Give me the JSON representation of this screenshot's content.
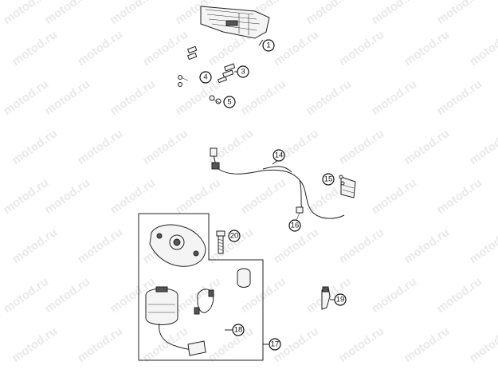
{
  "watermark": "motod.ru",
  "callouts": {
    "c1": "1",
    "c3": "3",
    "c4": "4",
    "c5": "5",
    "c14": "14",
    "c15": "15",
    "c16": "16",
    "c17": "17",
    "c18": "18",
    "c19": "19",
    "c20": "20"
  }
}
